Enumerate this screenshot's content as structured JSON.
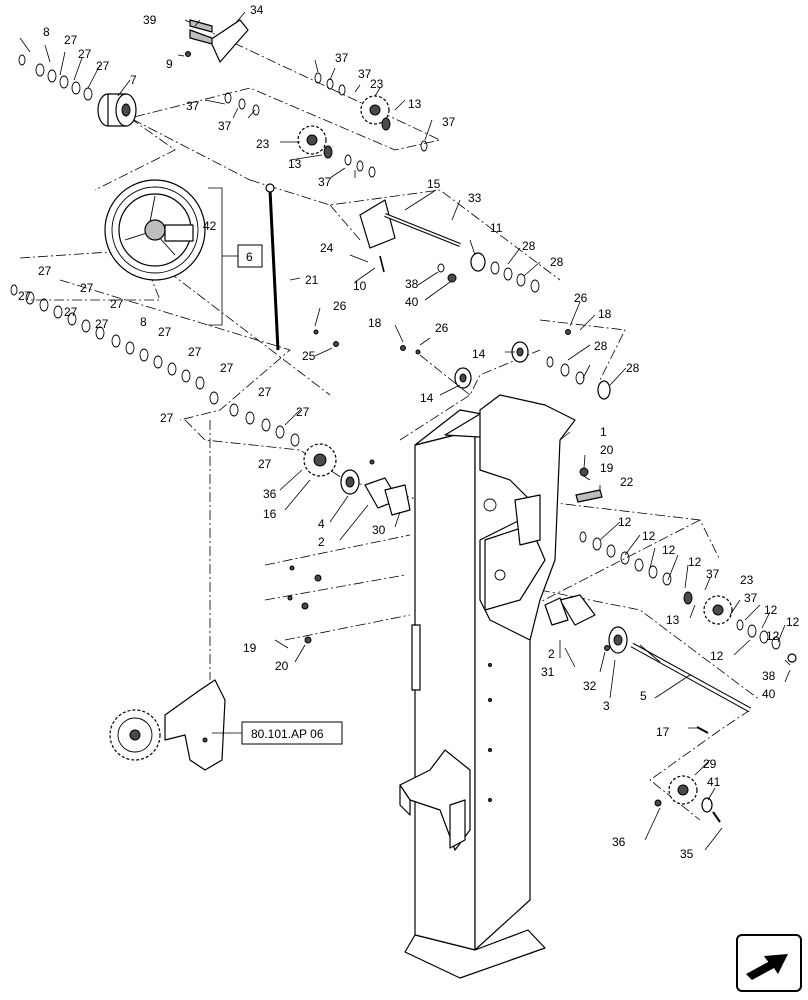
{
  "callouts": {
    "c1": "1",
    "c2a": "2",
    "c2b": "2",
    "c3": "3",
    "c4": "4",
    "c5": "5",
    "c6": "6",
    "c7": "7",
    "c8a": "8",
    "c8b": "8",
    "c9": "9",
    "c10": "10",
    "c11": "11",
    "c12a": "12",
    "c12b": "12",
    "c12c": "12",
    "c12d": "12",
    "c12e": "12",
    "c12f": "12",
    "c12g": "12",
    "c12h": "12",
    "c13a": "13",
    "c13b": "13",
    "c13c": "13",
    "c14a": "14",
    "c14b": "14",
    "c15": "15",
    "c16": "16",
    "c17": "17",
    "c18a": "18",
    "c18b": "18",
    "c19a": "19",
    "c19b": "19",
    "c20a": "20",
    "c20b": "20",
    "c21": "21",
    "c22": "22",
    "c23a": "23",
    "c23b": "23",
    "c23c": "23",
    "c24": "24",
    "c25": "25",
    "c26a": "26",
    "c26b": "26",
    "c26c": "26",
    "c27a": "27",
    "c27b": "27",
    "c27c": "27",
    "c27d": "27",
    "c27e": "27",
    "c27f": "27",
    "c27g": "27",
    "c27h": "27",
    "c27i": "27",
    "c27j": "27",
    "c27k": "27",
    "c27l": "27",
    "c27m": "27",
    "c27n": "27",
    "c27o": "27",
    "c27p": "27",
    "c28a": "28",
    "c28b": "28",
    "c28c": "28",
    "c28d": "28",
    "c29": "29",
    "c30": "30",
    "c31": "31",
    "c32": "32",
    "c33": "33",
    "c34": "34",
    "c35": "35",
    "c36a": "36",
    "c36b": "36",
    "c37a": "37",
    "c37b": "37",
    "c37c": "37",
    "c37d": "37",
    "c37e": "37",
    "c37f": "37",
    "c37g": "37",
    "c38a": "38",
    "c38b": "38",
    "c39": "39",
    "c40a": "40",
    "c40b": "40",
    "c41": "41",
    "c42": "42"
  },
  "reference": "80.101.AP 06",
  "nav_icon": "arrow-next-page-icon"
}
